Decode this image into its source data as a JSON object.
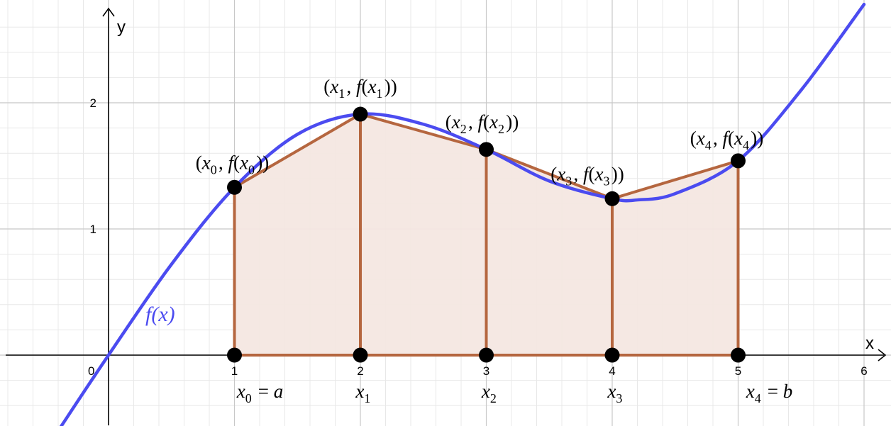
{
  "chart_data": {
    "type": "line",
    "title": "",
    "xlabel": "x",
    "ylabel": "y",
    "xlim": [
      -0.8,
      6.15
    ],
    "ylim": [
      -0.57,
      2.73
    ],
    "origin_label": "0",
    "x_ticks": [
      1,
      2,
      3,
      4,
      5,
      6
    ],
    "y_ticks": [
      1,
      2
    ],
    "grid": true,
    "curve_label": "f(x)",
    "colors": {
      "curve": "#4b4bf0",
      "trapezoid": "#b5663f",
      "fill": "#f4e7e1",
      "points": "#000000",
      "major_grid": "#c8c8c8",
      "minor_grid": "#e8e8e8"
    },
    "nodes": [
      {
        "name": "x0",
        "x": 1,
        "y": 1.33,
        "point_label": "(x_0, f(x_0))",
        "axis_label": "x_0 = a"
      },
      {
        "name": "x1",
        "x": 2,
        "y": 1.91,
        "point_label": "(x_1, f(x_1))",
        "axis_label": "x_1"
      },
      {
        "name": "x2",
        "x": 3,
        "y": 1.63,
        "point_label": "(x_2, f(x_2))",
        "axis_label": "x_2"
      },
      {
        "name": "x3",
        "x": 4,
        "y": 1.24,
        "point_label": "(x_3, f(x_3))",
        "axis_label": "x_3"
      },
      {
        "name": "x4",
        "x": 5,
        "y": 1.54,
        "point_label": "(x_4, f(x_4))",
        "axis_label": "x_4 = b"
      }
    ],
    "curve_samples": {
      "x": [
        -0.4,
        0,
        0.5,
        1,
        1.5,
        2,
        2.5,
        3,
        3.5,
        4,
        4.2,
        4.5,
        5,
        5.5,
        6
      ],
      "y": [
        -0.6,
        0,
        0.72,
        1.33,
        1.75,
        1.91,
        1.83,
        1.63,
        1.38,
        1.24,
        1.23,
        1.28,
        1.54,
        2.1,
        2.78
      ]
    }
  }
}
